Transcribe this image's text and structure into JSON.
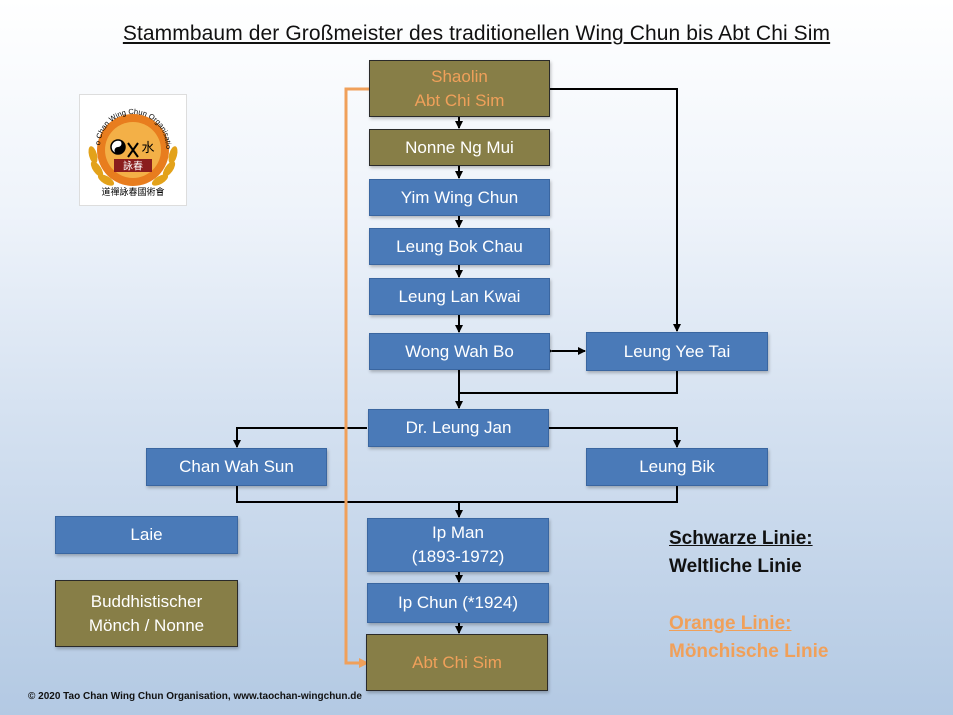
{
  "title": "Stammbaum der Großmeister des traditionellen Wing Chun bis Abt Chi Sim",
  "logo": {
    "arc_text": "Tao Chan Wing Chun Organisation",
    "center_text": "詠春",
    "bottom_text": "道禪詠春國術會"
  },
  "nodes": {
    "shaolin": {
      "line1": "Shaolin",
      "line2": "Abt Chi Sim"
    },
    "ng_mui": "Nonne Ng Mui",
    "yim_wing_chun": "Yim Wing Chun",
    "leung_bok_chau": "Leung Bok Chau",
    "leung_lan_kwai": "Leung Lan Kwai",
    "wong_wah_bo": "Wong Wah Bo",
    "leung_yee_tai": "Leung Yee Tai",
    "leung_jan": "Dr. Leung Jan",
    "chan_wah_sun": "Chan Wah Sun",
    "leung_bik": "Leung Bik",
    "ip_man": {
      "line1": "Ip Man",
      "line2": "(1893-1972)"
    },
    "ip_chun": "Ip Chun (*1924)",
    "abt_chi_sim": "Abt Chi Sim"
  },
  "key": {
    "laie": "Laie",
    "buddhist": {
      "line1": "Buddhistischer",
      "line2": "Mönch / Nonne"
    }
  },
  "legend": {
    "black_title": "Schwarze Linie:",
    "black_desc": "Weltliche Linie",
    "orange_title": "Orange Linie:",
    "orange_desc": "Mönchische Linie"
  },
  "footer": "© 2020 Tao Chan Wing Chun Organisation, www.taochan-wingchun.de",
  "colors": {
    "blue": "#4a7ab8",
    "olive": "#877e47",
    "orange": "#f0a05a",
    "black_line": "#000000"
  }
}
